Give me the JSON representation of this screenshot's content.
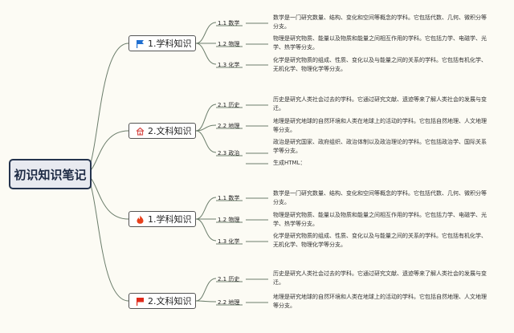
{
  "root": "初识知识笔记",
  "branches": [
    {
      "label": "1.学科知识",
      "icon": "flag-icon",
      "items": [
        {
          "label": "1.1 数学",
          "desc": "数学是一门研究数量、结构、变化和空间等概念的学科。它包括代数、几何、微积分等分支。"
        },
        {
          "label": "1.2 物理",
          "desc": "物理是研究物质、能量以及物质和能量之间相互作用的学科。它包括力学、电磁学、光学、热学等分支。"
        },
        {
          "label": "1.3 化学",
          "desc": "化学是研究物质的组成、性质、变化以及与能量之间的关系的学科。它包括有机化学、无机化学、物理化学等分支。"
        }
      ]
    },
    {
      "label": "2.文科知识",
      "icon": "home-icon",
      "items": [
        {
          "label": "2.1 历史",
          "desc": "历史是研究人类社会过去的学科。它通过研究文献、遗迹等来了解人类社会的发展与变迁。"
        },
        {
          "label": "2.2 地理",
          "desc": "地理是研究地球的自然环境和人类在地球上的活动的学科。它包括自然地理、人文地理等分支。"
        },
        {
          "label": "2.3 政治",
          "desc": "政治是研究国家、政府组织、政治体制以及政治理论的学科。它包括政治学、国际关系学等分支。",
          "extra": "生成HTML："
        }
      ]
    },
    {
      "label": "1.学科知识",
      "icon": "fire-icon",
      "items": [
        {
          "label": "1.1 数学",
          "desc": "数学是一门研究数量、结构、变化和空间等概念的学科。它包括代数、几何、微积分等分支。"
        },
        {
          "label": "1.2 物理",
          "desc": "物理是研究物质、能量以及物质和能量之间相互作用的学科。它包括力学、电磁学、光学、热学等分支。"
        },
        {
          "label": "1.3 化学",
          "desc": "化学是研究物质的组成、性质、变化以及与能量之间的关系的学科。它包括有机化学、无机化学、物理化学等分支。"
        }
      ]
    },
    {
      "label": "2.文科知识",
      "icon": "red-flag-icon",
      "items": [
        {
          "label": "2.1 历史",
          "desc": "历史是研究人类社会过去的学科。它通过研究文献、遗迹等来了解人类社会的发展与变迁。"
        },
        {
          "label": "2.2 地理",
          "desc": "地理是研究地球的自然环境和人类在地球上的活动的学科。它包括自然地理、人文地理等分支。"
        }
      ]
    }
  ],
  "colors": {
    "line": "#6b7d6b",
    "root_border": "#25344e",
    "flag_blue": "#1f6fd1",
    "home": "#d9534f",
    "fire": "#e8401c",
    "flag_red": "#e02a1a"
  }
}
